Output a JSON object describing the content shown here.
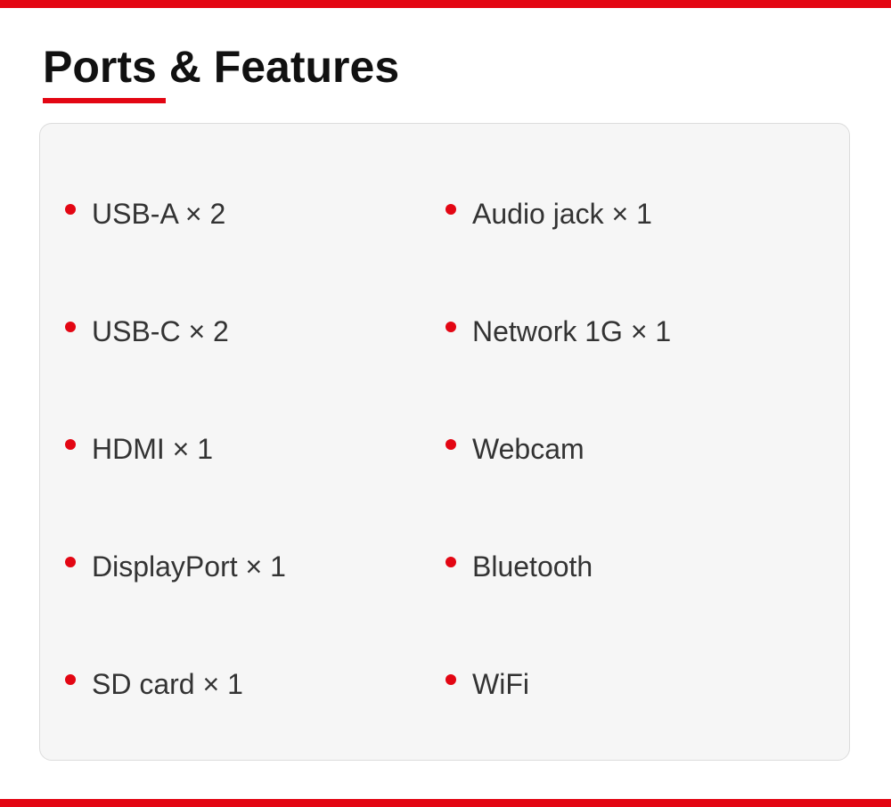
{
  "title": "Ports & Features",
  "colors": {
    "accent": "#e30613",
    "text": "#333333",
    "panel_bg": "#f6f6f6"
  },
  "features": {
    "left": [
      {
        "label": "USB-A × 2"
      },
      {
        "label": "USB-C × 2"
      },
      {
        "label": "HDMI × 1"
      },
      {
        "label": "DisplayPort × 1"
      },
      {
        "label": "SD card × 1"
      }
    ],
    "right": [
      {
        "label": "Audio jack × 1"
      },
      {
        "label": "Network 1G × 1"
      },
      {
        "label": "Webcam"
      },
      {
        "label": "Bluetooth"
      },
      {
        "label": "WiFi"
      }
    ]
  }
}
